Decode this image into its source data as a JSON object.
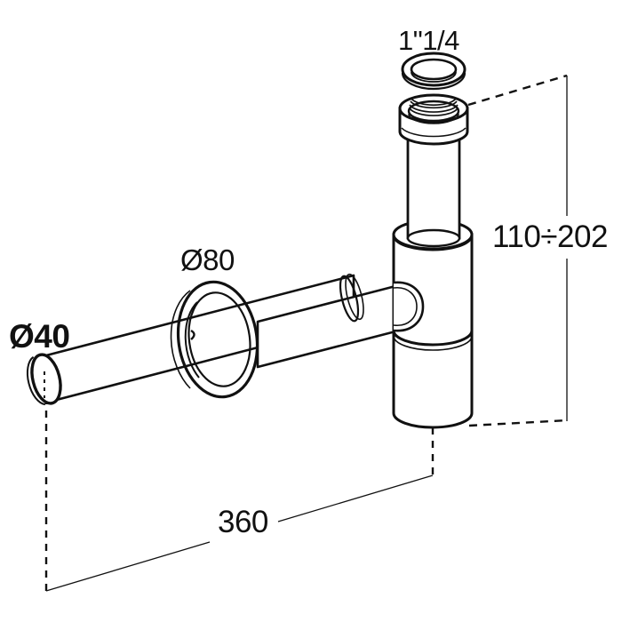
{
  "drawing": {
    "title": "Bottle trap technical drawing",
    "background_color": "#ffffff",
    "line_color": "#111111",
    "fill_color": "#ffffff",
    "dimensions": {
      "thread_size": "1\"1/4",
      "inlet_diameter": "Ø80",
      "outlet_diameter": "Ø40",
      "height_range": "110÷202",
      "horizontal_length": "360"
    },
    "parts": {
      "sealing_washer": "sealing-washer-ring",
      "threaded_nut": "threaded-nut",
      "riser_tube": "riser-tube",
      "trap_body": "trap-body-cylinder",
      "wall_flange": "wall-flange-rosette",
      "outlet_pipe": "outlet-pipe"
    }
  }
}
